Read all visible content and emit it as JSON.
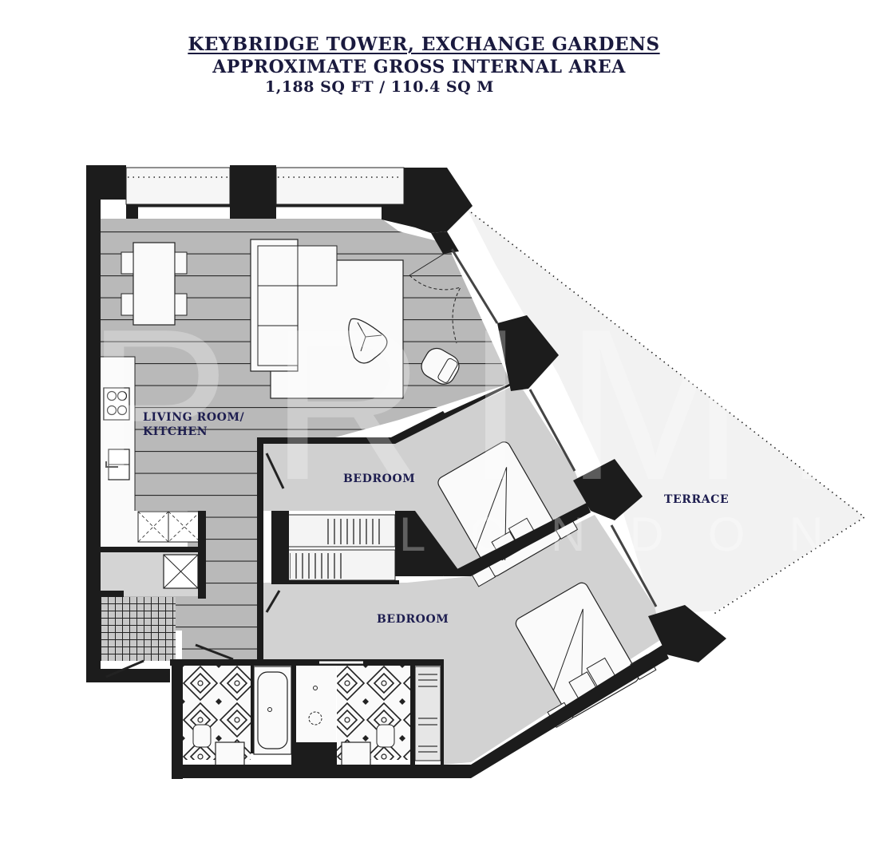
{
  "header": {
    "title": "KEYBRIDGE TOWER, EXCHANGE GARDENS",
    "subtitle": "APPROXIMATE GROSS INTERNAL AREA",
    "area": "1,188 SQ FT / 110.4 SQ M"
  },
  "rooms": {
    "living_kitchen_line1": "LIVING ROOM/",
    "living_kitchen_line2": "KITCHEN",
    "bedroom_1": "BEDROOM",
    "bedroom_2": "BEDROOM",
    "terrace": "TERRACE"
  },
  "watermark": {
    "brand": "PRIME",
    "city": "LONDON"
  },
  "colors": {
    "text": "#1a1a3e",
    "wall": "#1c1c1c",
    "floor_wood": "#b8b8b8",
    "floor_bedroom": "#d0d0d0",
    "terrace": "#f2f2f2"
  }
}
